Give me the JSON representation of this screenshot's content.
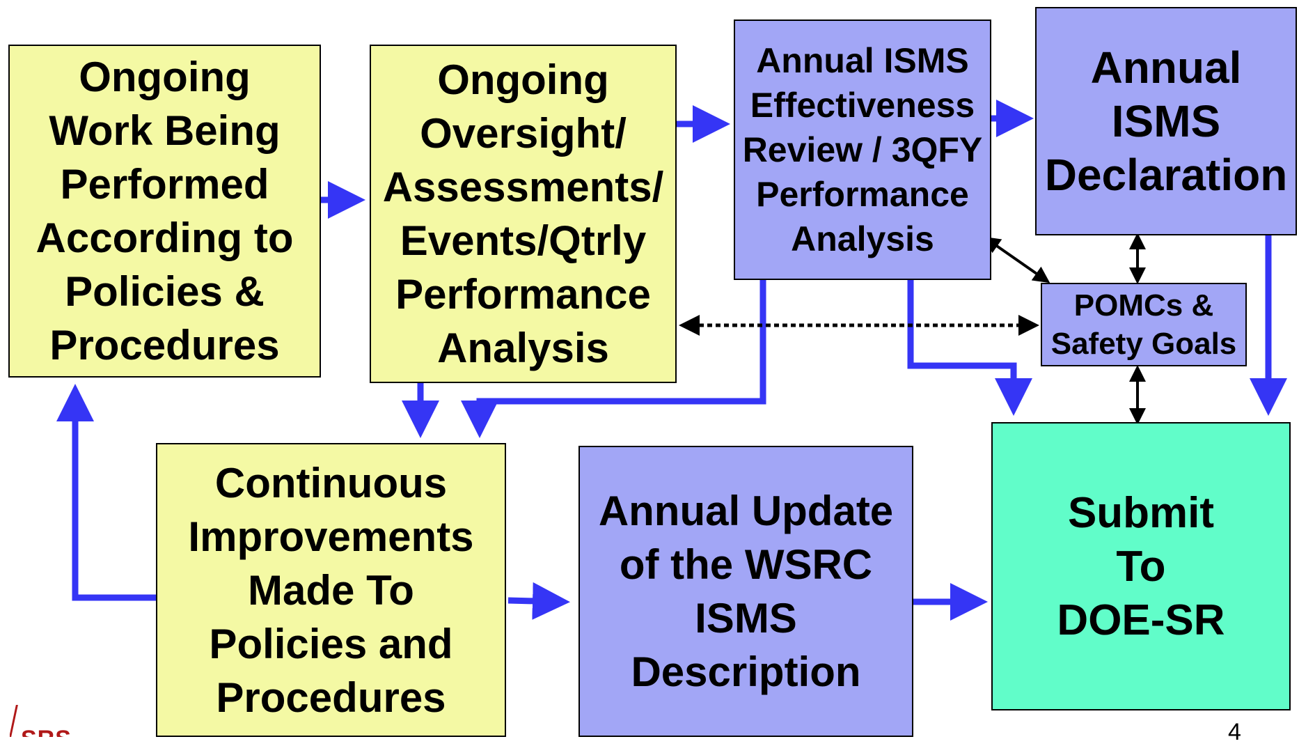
{
  "boxes": {
    "ongoing_work": "Ongoing\nWork Being\nPerformed\nAccording to\nPolicies &\nProcedures",
    "ongoing_oversight": "Ongoing\nOversight/\nAssessments/\nEvents/Qtrly\nPerformance\nAnalysis",
    "annual_review": "Annual ISMS\nEffectiveness\nReview / 3QFY\nPerformance\nAnalysis",
    "annual_declaration": "Annual\nISMS\nDeclaration",
    "pomcs": "POMCs &\nSafety Goals",
    "continuous_improvements": "Continuous\nImprovements\nMade To\nPolicies and\nProcedures",
    "annual_update": "Annual Update\nof the WSRC\nISMS\nDescription",
    "submit": "Submit\nTo\nDOE-SR"
  },
  "colors": {
    "yellow_fill": "#f4f9a4",
    "purple_fill": "#a2a6f6",
    "green_fill": "#61fdc9",
    "flow_arrow": "#3535f5",
    "link_arrow": "#000000",
    "logo": "#b01818"
  },
  "footer": {
    "logo_text": "SRS",
    "page_number": "4"
  }
}
